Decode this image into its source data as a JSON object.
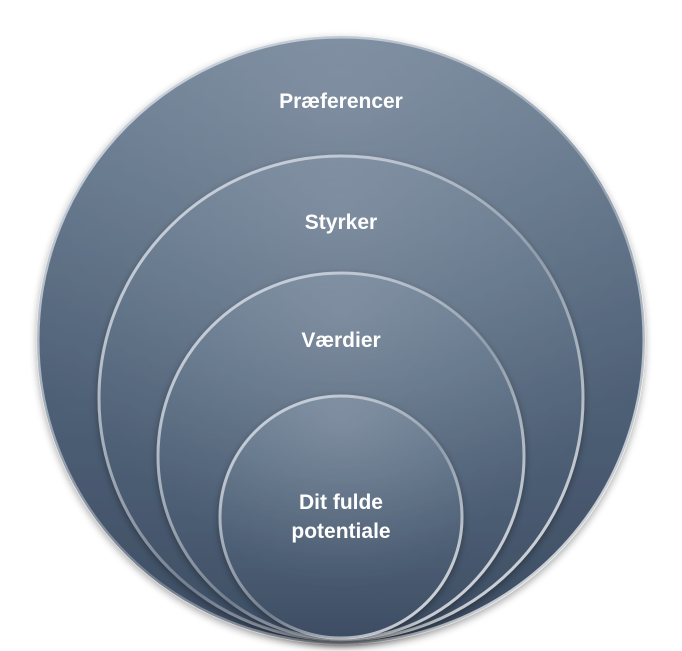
{
  "diagram": {
    "layers": [
      {
        "label": "Præferencer"
      },
      {
        "label": "Styrker"
      },
      {
        "label": "Værdier"
      },
      {
        "label_lines": [
          "Dit fulde",
          "potentiale"
        ]
      }
    ],
    "colors": {
      "fill_top": "#6b7e93",
      "fill_mid": "#52647a",
      "fill_bottom": "#3d4d63",
      "rim_highlight": "#ffffff",
      "rim_shadow": "#a9b5c4",
      "label": "#ffffff",
      "background": "#ffffff"
    }
  }
}
